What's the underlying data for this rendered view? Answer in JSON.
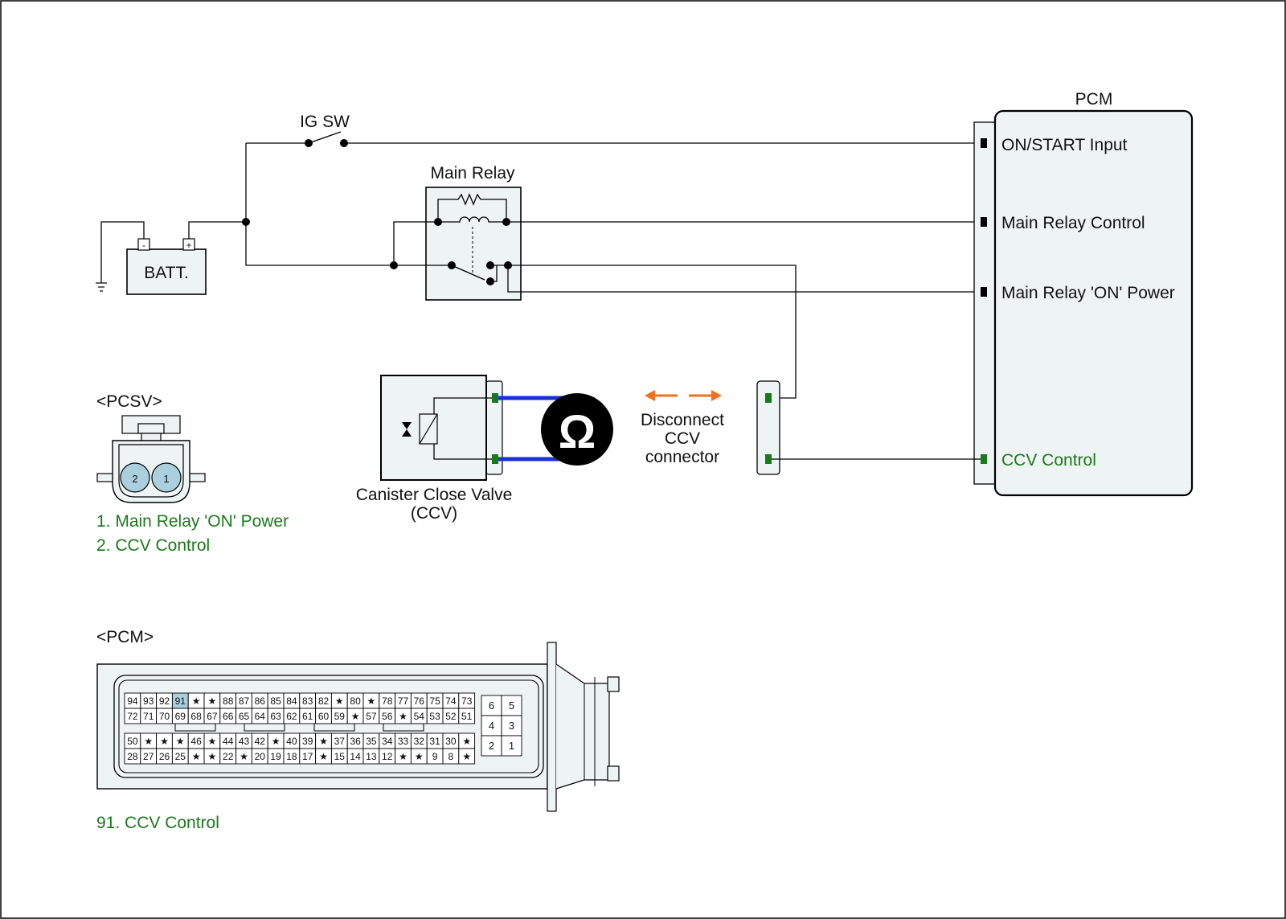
{
  "labels": {
    "ig_sw": "IG SW",
    "main_relay": "Main Relay",
    "batt": "BATT.",
    "batt_minus": "-",
    "batt_plus": "+",
    "pcm_title": "PCM",
    "pcm_on_start": "ON/START Input",
    "pcm_main_relay_control": "Main Relay Control",
    "pcm_main_relay_on_power": "Main Relay 'ON' Power",
    "pcm_ccv_control": "CCV Control",
    "ccv_name_line1": "Canister Close Valve",
    "ccv_name_line2": "(CCV)",
    "disconnect_line1": "Disconnect",
    "disconnect_line2": "CCV",
    "disconnect_line3": "connector",
    "ohm_symbol": "Ω"
  },
  "pcsv_connector": {
    "title": "<PCSV>",
    "pin_2": "2",
    "pin_1": "1",
    "legend": [
      "1. Main Relay 'ON' Power",
      "2. CCV Control"
    ]
  },
  "pcm_connector": {
    "title": "<PCM>",
    "legend": "91. CCV Control",
    "highlight_pin": "91",
    "row1": [
      "94",
      "93",
      "92",
      "91",
      "★",
      "★",
      "88",
      "87",
      "86",
      "85",
      "84",
      "83",
      "82",
      "★",
      "80",
      "★",
      "78",
      "77",
      "76",
      "75",
      "74",
      "73"
    ],
    "row2": [
      "72",
      "71",
      "70",
      "69",
      "68",
      "67",
      "66",
      "65",
      "64",
      "63",
      "62",
      "61",
      "60",
      "59",
      "★",
      "57",
      "56",
      "★",
      "54",
      "53",
      "52",
      "51"
    ],
    "row3": [
      "50",
      "★",
      "★",
      "★",
      "46",
      "★",
      "44",
      "43",
      "42",
      "★",
      "40",
      "39",
      "★",
      "37",
      "36",
      "35",
      "34",
      "33",
      "32",
      "31",
      "30",
      "★"
    ],
    "row4": [
      "28",
      "27",
      "26",
      "25",
      "★",
      "★",
      "22",
      "★",
      "20",
      "19",
      "18",
      "17",
      "★",
      "15",
      "14",
      "13",
      "12",
      "★",
      "★",
      "9",
      "8",
      "★"
    ],
    "side_pins": [
      [
        "6",
        "5"
      ],
      [
        "4",
        "3"
      ],
      [
        "2",
        "1"
      ]
    ]
  },
  "colors": {
    "accent_green": "#1a7a1a",
    "wire_blue": "#1a2fd6",
    "arrow_orange": "#f07020",
    "highlight_pin": "#a9d0dc",
    "connector_fill": "#eef3f3"
  }
}
